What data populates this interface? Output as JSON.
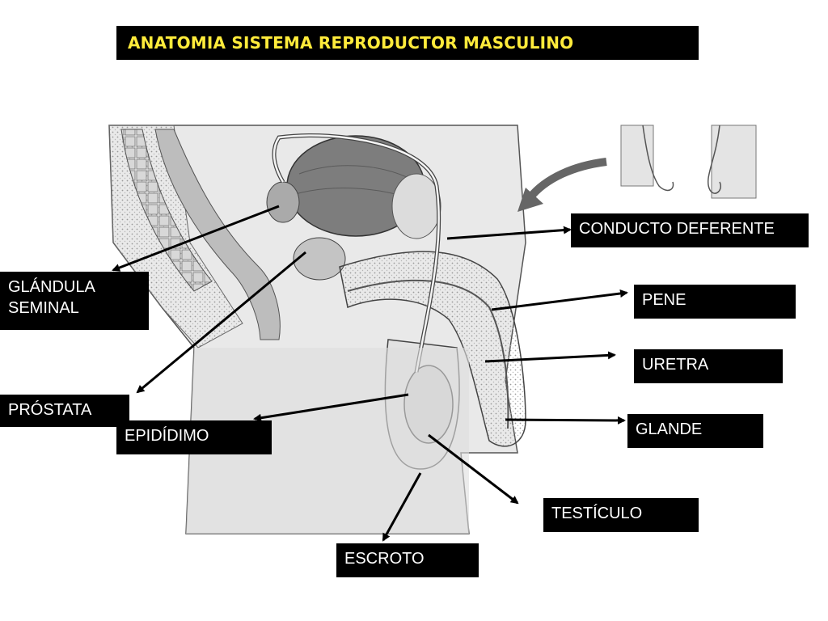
{
  "title": "ANATOMIA SISTEMA REPRODUCTOR MASCULINO",
  "labels": {
    "conducto_deferente": "CONDUCTO  DEFERENTE",
    "glandula_seminal": "GLÁNDULA\nSEMINAL",
    "pene": "PENE",
    "uretra": "URETRA",
    "prostata": "PRÓSTATA",
    "epididimo": "EPIDÍDIMO",
    "glande": "GLANDE",
    "testiculo": "TESTÍCULO",
    "escroto": "ESCROTO"
  },
  "colors": {
    "title_text": "#ffeb3b",
    "label_background": "#000000",
    "label_text": "#ffffff"
  }
}
